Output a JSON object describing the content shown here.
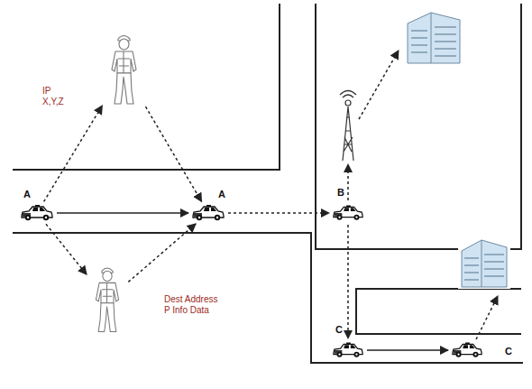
{
  "diagram": {
    "nodes": [
      {
        "text": [
          "IP X,Y,Z"
        ]
      },
      {
        "text": [
          "A"
        ]
      },
      {
        "text": [
          "A"
        ]
      },
      {
        "text": [
          "B"
        ]
      },
      {
        "text": [
          "Dest Address P Info Data"
        ]
      },
      {
        "text": [
          "C"
        ]
      },
      {
        "text": [
          "C"
        ]
      }
    ],
    "edges": [
      {
        "from": 1,
        "to": 0,
        "arrow": "to"
      },
      {
        "from": 0,
        "to": 2,
        "arrow": "to"
      },
      {
        "from": 1,
        "to": 2,
        "arrow": "to"
      },
      {
        "from": 1,
        "to": 4,
        "arrow": "to"
      },
      {
        "from": 4,
        "to": 2,
        "arrow": "to"
      },
      {
        "from": 2,
        "to": 3,
        "arrow": "to"
      },
      {
        "from": 3,
        "to": 5,
        "arrow": "to"
      },
      {
        "from": 5,
        "to": 6,
        "arrow": "to"
      }
    ]
  }
}
